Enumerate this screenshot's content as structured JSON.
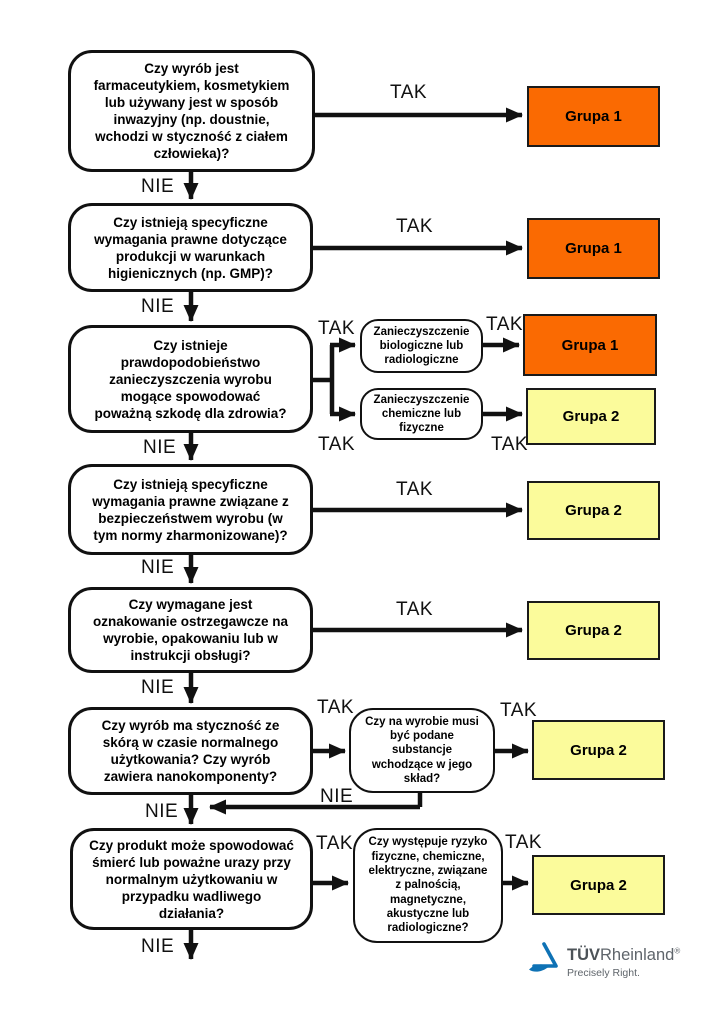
{
  "flowchart": {
    "yes_label": "TAK",
    "no_label": "NIE",
    "questions": [
      {
        "text": "Czy wyrób jest\nfarmaceutykiem, kosmetykiem\nlub używany jest w sposób\ninwazyjny (np. doustnie,\nwchodzi w styczność z ciałem\nczłowieka)?"
      },
      {
        "text": "Czy istnieją specyficzne\nwymagania prawne dotyczące\nprodukcji w warunkach\nhigienicznych (np. GMP)?"
      },
      {
        "text": "Czy istnieje\nprawdopodobieństwo\nzanieczyszczenia wyrobu\nmogące spowodować\npoważną szkodę dla zdrowia?"
      },
      {
        "text": "Czy istnieją specyficzne\nwymagania prawne związane z\nbezpieczeństwem wyrobu (w\ntym normy zharmonizowane)?"
      },
      {
        "text": "Czy wymagane jest\noznakowanie ostrzegawcze na\nwyrobie, opakowaniu lub w\ninstrukcji obsługi?"
      },
      {
        "text": "Czy wyrób ma styczność ze\nskórą w czasie normalnego\nużytkowania? Czy wyrób\nzawiera nanokomponenty?"
      },
      {
        "text": "Czy produkt może spowodować\nśmierć lub poważne urazy przy\nnormalnym użytkowaniu w\nprzypadku wadliwego\ndziałania?"
      }
    ],
    "subquestions": [
      {
        "text": "Zanieczyszczenie\nbiologiczne lub\nradiologiczne"
      },
      {
        "text": "Zanieczyszczenie\nchemiczne lub\nfizyczne"
      },
      {
        "text": "Czy na wyrobie musi\nbyć podane\nsubstancje\nwchodzące w jego\nskład?"
      },
      {
        "text": "Czy występuje ryzyko\nfizyczne, chemiczne,\nelektryczne, związane\nz palnością,\nmagnetyczne,\nakustyczne lub\nradiologiczne?"
      }
    ],
    "results": [
      {
        "label": "Grupa 1",
        "color": "#fa6a02"
      },
      {
        "label": "Grupa 1",
        "color": "#fa6a02"
      },
      {
        "label": "Grupa 1",
        "color": "#fa6a02"
      },
      {
        "label": "Grupa 2",
        "color": "#fbfb9b"
      },
      {
        "label": "Grupa 2",
        "color": "#fbfb9b"
      },
      {
        "label": "Grupa 2",
        "color": "#fbfb9b"
      },
      {
        "label": "Grupa 2",
        "color": "#fbfb9b"
      },
      {
        "label": "Grupa 2",
        "color": "#fbfb9b"
      }
    ],
    "colors": {
      "group1": "#fa6a02",
      "group2": "#fbfb9b",
      "line": "#111111"
    }
  },
  "logo": {
    "tuv": "TÜV",
    "rheinland": "Rheinland",
    "registered": "®",
    "tagline": "Precisely Right.",
    "brand_blue": "#0e72b5"
  }
}
